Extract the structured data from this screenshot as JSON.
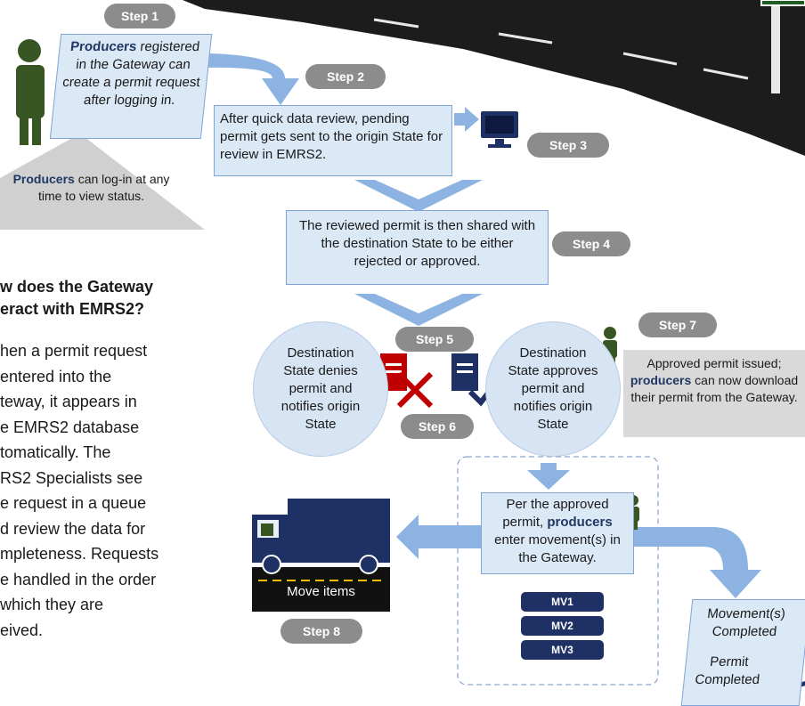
{
  "steps": [
    "Step 1",
    "Step 2",
    "Step 3",
    "Step 4",
    "Step 5",
    "Step 6",
    "Step 7",
    "Step 8"
  ],
  "step1_box": {
    "bold": "Producers",
    "rest": " registered in the Gateway can create a permit request after logging in."
  },
  "gray_note": {
    "bold": "Producers",
    "rest": " can log-in at any time to view status."
  },
  "step2_box": "After quick data review, pending permit gets sent to the origin State for review in EMRS2.",
  "step4_box": "The reviewed permit is then shared with the destination State to be either rejected or approved.",
  "deny_circle": "Destination State denies permit and notifies origin State",
  "approve_circle": "Destination State approves permit and notifies origin State",
  "step7_box": {
    "pre": "Approved permit issued; ",
    "bold": "producers",
    "post": " can now download their permit from the Gateway."
  },
  "movement_box": {
    "pre": "Per the approved permit, ",
    "bold": "producers",
    "post": " enter movement(s) in the Gateway."
  },
  "movements": [
    "MV1",
    "MV2",
    "MV3"
  ],
  "truck_label": "Move items",
  "completed": {
    "movement": "Movement(s) Completed",
    "permit": "Permit Completed"
  },
  "sidebar": {
    "heading": "w does the Gateway\neract with EMRS2?",
    "body": "hen a permit request\nentered into the\nteway, it appears in\ne EMRS2 database\ntomatically. The\nRS2 Specialists see\ne request in a queue\nd review the data for\nmpleteness. Requests\ne handled in the order\nwhich they are\neived."
  },
  "colors": {
    "arrow": "#8db3e2",
    "box_fill": "#dbe8f6",
    "person": "#375623",
    "step_badge": "#8c8c8c",
    "navy": "#1f3064",
    "deny_red": "#c00000"
  }
}
